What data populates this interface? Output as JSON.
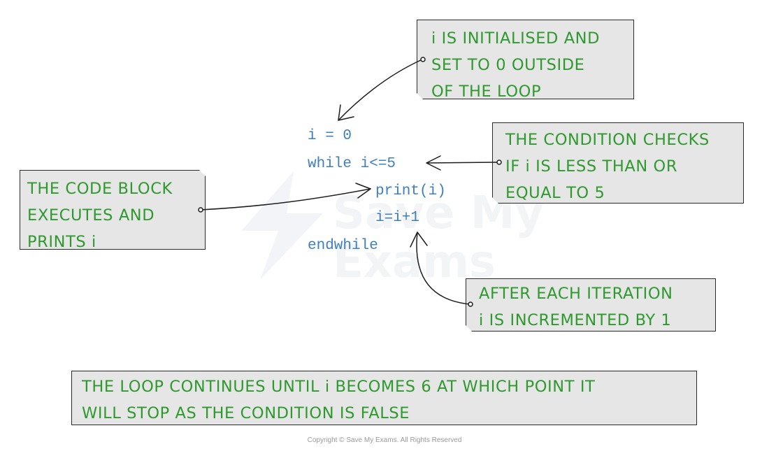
{
  "watermark": {
    "line1": "Save My",
    "line2": "Exams"
  },
  "code": {
    "line1": "i = 0",
    "line2": "while i<=5",
    "line3": "print(i)",
    "line4": "i=i+1",
    "line5": "endwhile"
  },
  "notes": {
    "init": [
      "i IS INITIALISED AND",
      "SET TO 0 OUTSIDE",
      "OF THE LOOP"
    ],
    "condition": [
      "THE CONDITION CHECKS",
      "IF i IS LESS THAN OR",
      "EQUAL TO 5"
    ],
    "code_block": [
      "THE CODE BLOCK",
      "EXECUTES AND",
      "PRINTS i"
    ],
    "increment": [
      "AFTER EACH ITERATION",
      "i IS INCREMENTED BY 1"
    ],
    "summary": [
      "THE LOOP CONTINUES UNTIL i BECOMES 6 AT WHICH POINT IT",
      "WILL STOP AS THE CONDITION IS FALSE"
    ]
  },
  "copyright": "Copyright © Save My Exams. All Rights Reserved",
  "colors": {
    "note_text": "#2e9a2e",
    "note_fill": "#e6e6e6",
    "code_text": "#3f7fbf",
    "outline": "#2a2a2a"
  }
}
